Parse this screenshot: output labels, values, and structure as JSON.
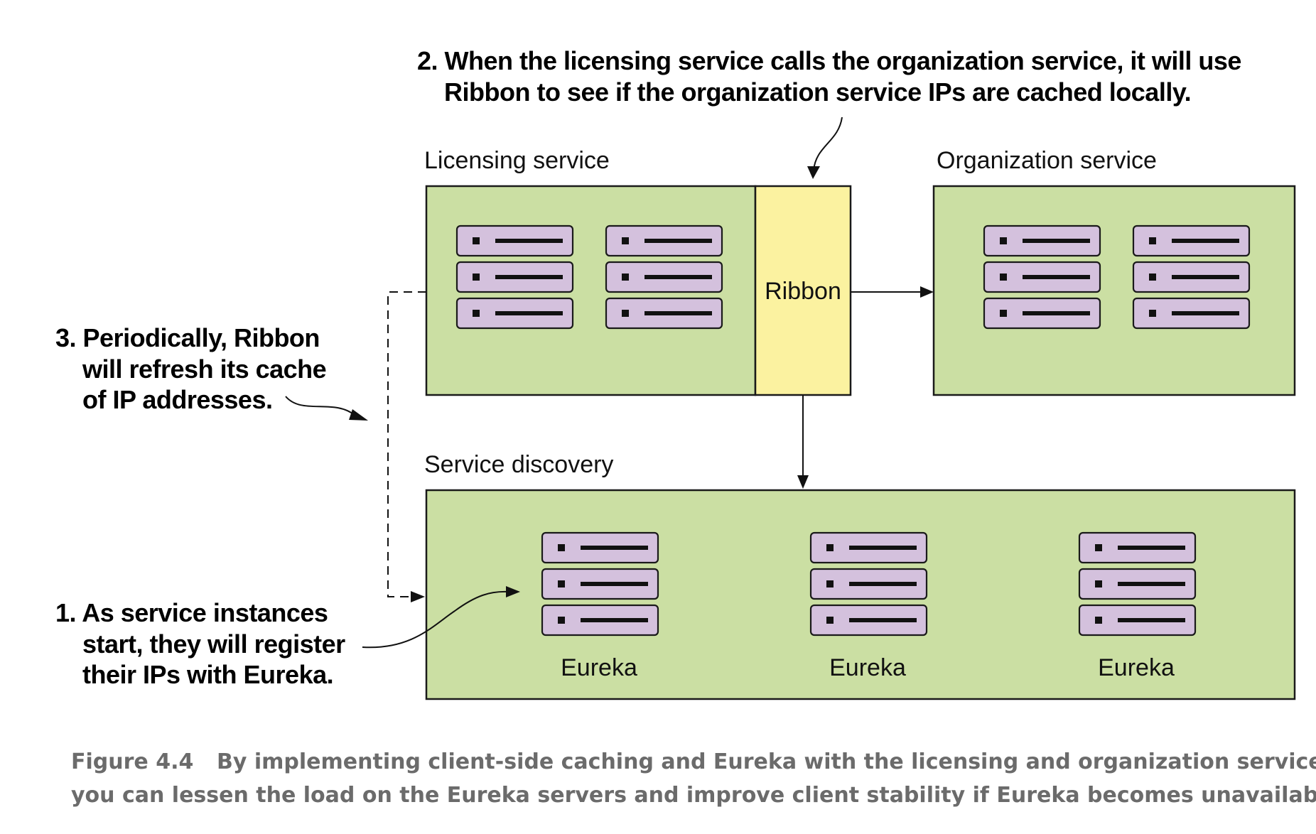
{
  "annotations": {
    "step2_line1": "2. When the licensing service calls the organization service, it will use",
    "step2_line2": "Ribbon to see if the organization service IPs are cached locally.",
    "step3_line1": "3. Periodically, Ribbon",
    "step3_line2": "will refresh its cache",
    "step3_line3": "of IP addresses.",
    "step1_line1": "1. As service instances",
    "step1_line2": "start, they will register",
    "step1_line3": "their IPs with Eureka."
  },
  "boxes": {
    "licensing_title": "Licensing service",
    "ribbon_label": "Ribbon",
    "organization_title": "Organization service",
    "discovery_title": "Service discovery",
    "eureka_labels": [
      "Eureka",
      "Eureka",
      "Eureka"
    ]
  },
  "caption": {
    "number": "Figure 4.4",
    "line1": "By implementing client-side caching and Eureka with the licensing and organization services,",
    "line2": "you can lessen the load on the Eureka servers and improve client stability if Eureka becomes unavailable."
  },
  "colors": {
    "box_fill": "#cbdfa3",
    "ribbon_fill": "#fbf2a0",
    "server_fill": "#d4c1dd",
    "caption_text": "#6b6b6b"
  },
  "icons": [
    "server-stack-icon"
  ]
}
